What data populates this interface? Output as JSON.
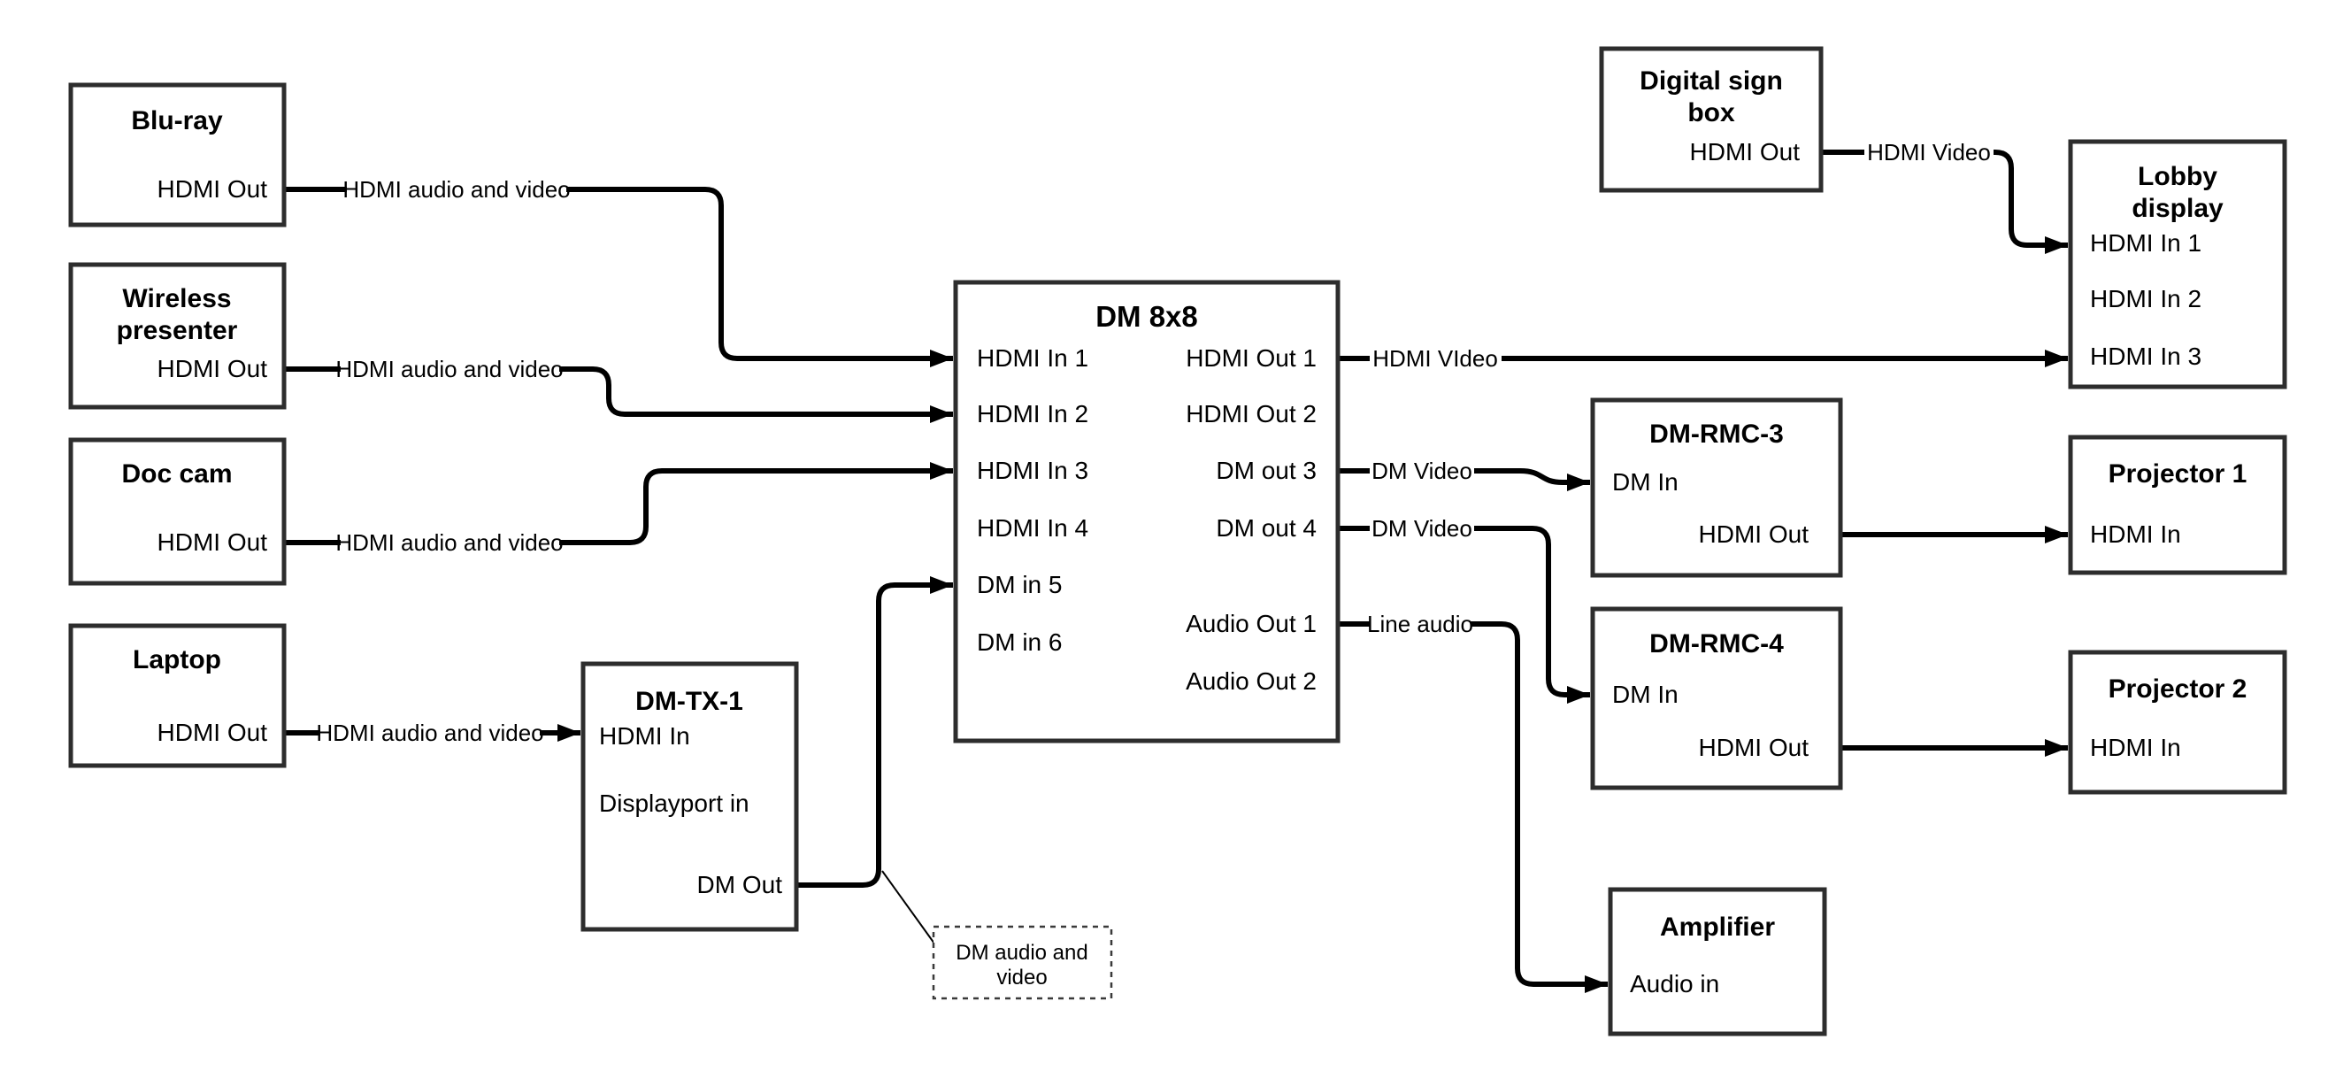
{
  "nodes": {
    "bluray": {
      "title": [
        "Blu-ray"
      ],
      "ports": {
        "hdmi_out": "HDMI Out"
      }
    },
    "wireless": {
      "title": [
        "Wireless",
        "presenter"
      ],
      "ports": {
        "hdmi_out": "HDMI Out"
      }
    },
    "doccam": {
      "title": [
        "Doc cam"
      ],
      "ports": {
        "hdmi_out": "HDMI Out"
      }
    },
    "laptop": {
      "title": [
        "Laptop"
      ],
      "ports": {
        "hdmi_out": "HDMI Out"
      }
    },
    "dmtx1": {
      "title": [
        "DM-TX-1"
      ],
      "ports": {
        "hdmi_in": "HDMI In",
        "displayport_in": "Displayport in",
        "dm_out": "DM Out"
      }
    },
    "dm8x8": {
      "title": [
        "DM 8x8"
      ],
      "ports": {
        "in1": "HDMI In 1",
        "in2": "HDMI In 2",
        "in3": "HDMI In 3",
        "in4": "HDMI In 4",
        "in5": "DM in 5",
        "in6": "DM in 6",
        "out1": "HDMI Out 1",
        "out2": "HDMI Out 2",
        "out3": "DM out 3",
        "out4": "DM out 4",
        "audio1": "Audio Out 1",
        "audio2": "Audio Out 2"
      }
    },
    "digitalsign": {
      "title": [
        "Digital sign",
        "box"
      ],
      "ports": {
        "hdmi_out": "HDMI Out"
      }
    },
    "lobby": {
      "title": [
        "Lobby",
        "display"
      ],
      "ports": {
        "in1": "HDMI In 1",
        "in2": "HDMI In 2",
        "in3": "HDMI In 3"
      }
    },
    "dmrmc3": {
      "title": [
        "DM-RMC-3"
      ],
      "ports": {
        "dm_in": "DM In",
        "hdmi_out": "HDMI Out"
      }
    },
    "proj1": {
      "title": [
        "Projector 1"
      ],
      "ports": {
        "hdmi_in": "HDMI In"
      }
    },
    "dmrmc4": {
      "title": [
        "DM-RMC-4"
      ],
      "ports": {
        "dm_in": "DM In",
        "hdmi_out": "HDMI Out"
      }
    },
    "proj2": {
      "title": [
        "Projector 2"
      ],
      "ports": {
        "hdmi_in": "HDMI In"
      }
    },
    "amp": {
      "title": [
        "Amplifier"
      ],
      "ports": {
        "audio_in": "Audio in"
      }
    }
  },
  "edge_labels": {
    "bluray_to_in1": "HDMI audio and video",
    "wireless_to_in2": "HDMI audio and video",
    "doccam_to_in3": "HDMI audio and video",
    "laptop_to_tx": "HDMI audio and video",
    "out1_to_lobby": "HDMI VIdeo",
    "out3_to_rmc3": "DM Video",
    "out4_to_rmc4": "DM Video",
    "audio1_to_amp": "Line audio",
    "sign_to_lobby": "HDMI Video"
  },
  "note": {
    "lines": [
      "DM audio and",
      "video"
    ]
  },
  "colors": {
    "line": "#000000",
    "border": "#2d2d2d",
    "background": "#ffffff"
  }
}
